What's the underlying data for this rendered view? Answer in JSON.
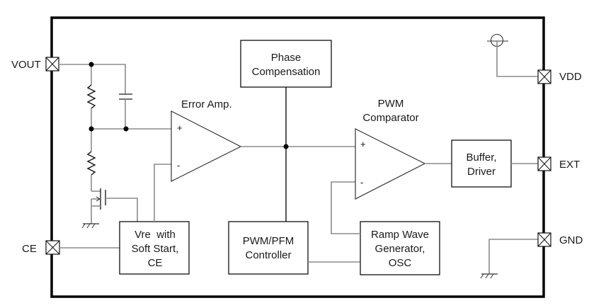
{
  "diagram": {
    "type": "block-diagram",
    "pins": {
      "vout": "VOUT",
      "ce": "CE",
      "vdd": "VDD",
      "ext": "EXT",
      "gnd": "GND"
    },
    "blocks": {
      "phase_comp": [
        "Phase",
        "Compensation"
      ],
      "vre": [
        "Vre  with",
        "Soft Start,",
        "CE"
      ],
      "pwm_pfm": [
        "PWM/PFM",
        "Controller"
      ],
      "ramp": [
        "Ramp Wave",
        "Generator,",
        "OSC"
      ],
      "buffer": [
        "Buffer,",
        "Driver"
      ]
    },
    "amplifiers": {
      "error_amp": {
        "label": "Error Amp.",
        "plus": "+",
        "minus": "-"
      },
      "pwm_comp": {
        "label": [
          "PWM",
          "Comparator"
        ],
        "plus": "+",
        "minus": "-"
      }
    },
    "connections": [
      {
        "from": "VOUT",
        "to": "resistor-divider"
      },
      {
        "from": "resistor-divider-midpoint",
        "to": "error_amp.plus"
      },
      {
        "from": "vre",
        "to": "error_amp.minus"
      },
      {
        "from": "vre",
        "to": "nmos-gate"
      },
      {
        "from": "error_amp.out",
        "to": "pwm_comp.plus"
      },
      {
        "from": "phase_comp",
        "to": "error_amp.out"
      },
      {
        "from": "pwm_pfm",
        "to": "error_amp.out"
      },
      {
        "from": "ramp",
        "to": "pwm_comp.minus"
      },
      {
        "from": "pwm_pfm",
        "to": "ramp"
      },
      {
        "from": "pwm_comp.out",
        "to": "buffer"
      },
      {
        "from": "buffer",
        "to": "EXT"
      },
      {
        "from": "CE",
        "to": "vre"
      },
      {
        "from": "VDD",
        "to": "supply"
      },
      {
        "from": "GND",
        "to": "ground"
      }
    ]
  }
}
